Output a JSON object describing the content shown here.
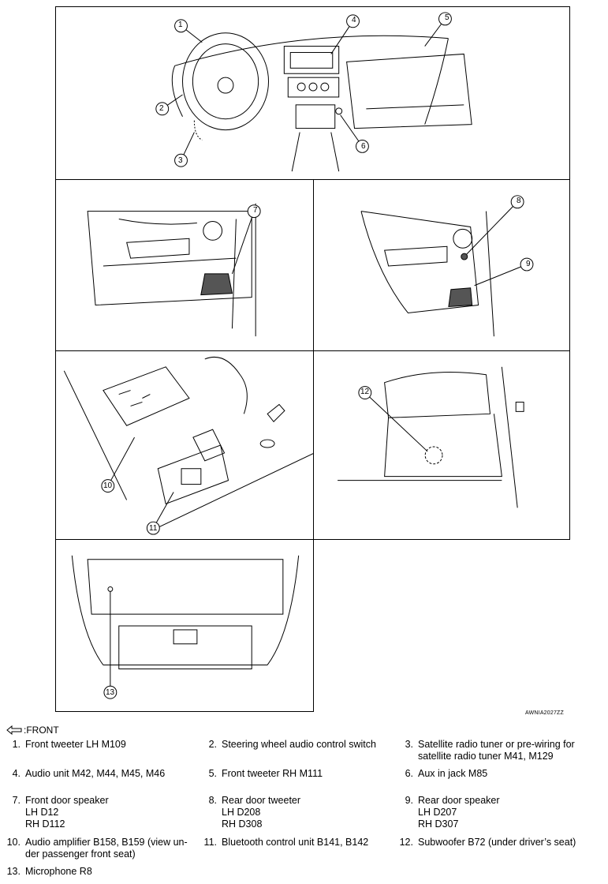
{
  "figure_code": "AWNIA2027ZZ",
  "front_label": ":FRONT",
  "callouts": [
    "1",
    "2",
    "3",
    "4",
    "5",
    "6",
    "7",
    "8",
    "9",
    "10",
    "11",
    "12",
    "13"
  ],
  "legend": [
    {
      "num": "1.",
      "text": "Front tweeter LH M109"
    },
    {
      "num": "2.",
      "text": "Steering wheel audio control switch"
    },
    {
      "num": "3.",
      "text": "Satellite radio tuner or pre-wiring for\nsatellite radio tuner M41, M129"
    },
    {
      "num": "4.",
      "text": "Audio unit M42, M44, M45, M46"
    },
    {
      "num": "5.",
      "text": "Front tweeter RH M111"
    },
    {
      "num": "6.",
      "text": "Aux in jack M85"
    },
    {
      "num": "7.",
      "text": "Front door speaker\nLH D12\nRH D112"
    },
    {
      "num": "8.",
      "text": "Rear door tweeter\nLH D208\nRH D308"
    },
    {
      "num": "9.",
      "text": "Rear door speaker\nLH D207\nRH D307"
    },
    {
      "num": "10.",
      "text": "Audio amplifier B158, B159 (view un-\nder passenger front seat)"
    },
    {
      "num": "11.",
      "text": "Bluetooth control unit B141, B142"
    },
    {
      "num": "12.",
      "text": "Subwoofer B72 (under driver’s seat)"
    },
    {
      "num": "13.",
      "text": "Microphone R8"
    }
  ]
}
